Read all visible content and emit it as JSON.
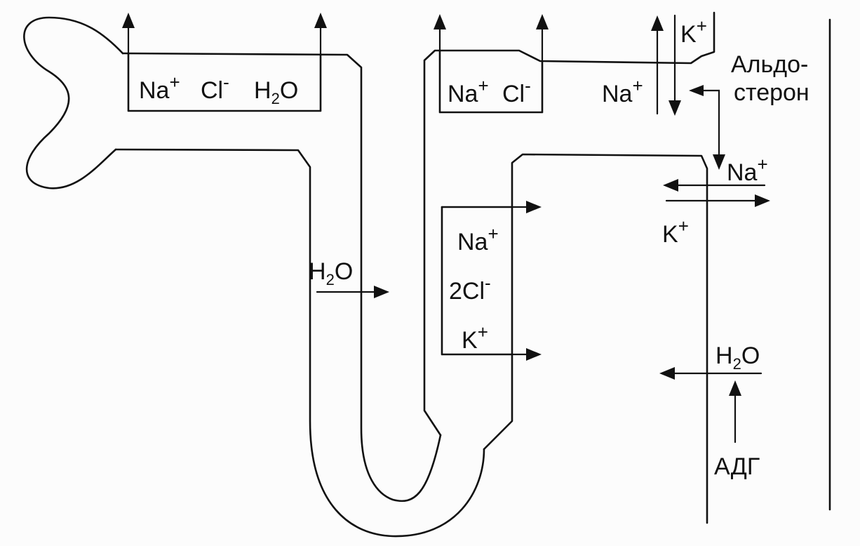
{
  "labels": {
    "glomerular_na": "Na",
    "glomerular_na_sup": "+",
    "glomerular_cl": "Cl",
    "glomerular_cl_sup": "-",
    "glomerular_h": "H",
    "glomerular_h_sub": "2",
    "glomerular_o": "O",
    "distal_na": "Na",
    "distal_na_sup": "+",
    "distal_cl": "Cl",
    "distal_cl_sup": "-",
    "k_top": "K",
    "k_top_sup": "+",
    "na_top": "Na",
    "na_top_sup": "+",
    "aldosterone_line1": "Альдо-",
    "aldosterone_line2": "стерон",
    "na_collecting": "Na",
    "na_collecting_sup": "+",
    "k_collecting": "K",
    "k_collecting_sup": "+",
    "h2o_descending_h": "H",
    "h2o_descending_sub": "2",
    "h2o_descending_o": "O",
    "nkcc_na": "Na",
    "nkcc_na_sup": "+",
    "nkcc_cl": "2Cl",
    "nkcc_cl_sup": "-",
    "nkcc_k": "K",
    "nkcc_k_sup": "+",
    "h2o_collecting_h": "H",
    "h2o_collecting_sub": "2",
    "h2o_collecting_o": "O",
    "adh": "АДГ"
  }
}
